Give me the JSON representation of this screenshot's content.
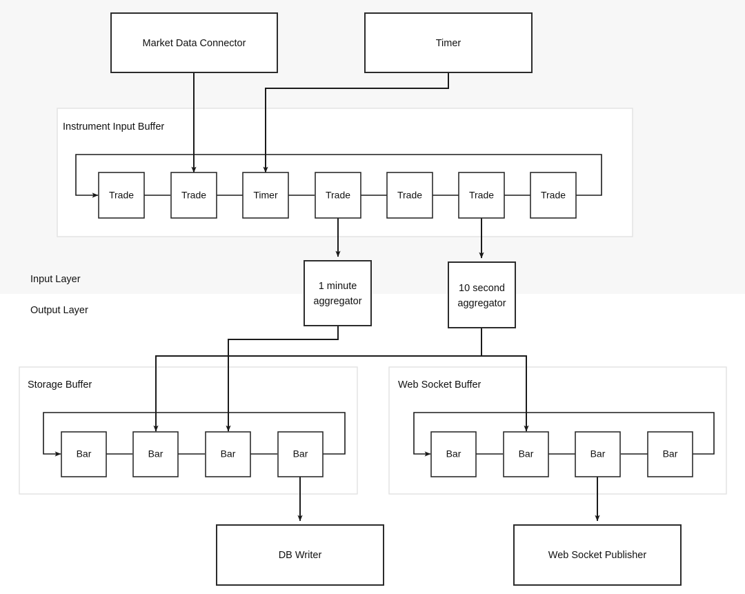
{
  "diagram": {
    "title_present": false,
    "colors": {
      "input_layer_band": "#f7f7f7",
      "output_layer_band": "#ffffff",
      "node_stroke": "#2b2b2b",
      "group_stroke": "#e2e2e2",
      "link_stroke": "#1a1a1a",
      "text": "#111111"
    },
    "layers": [
      {
        "id": "input-layer",
        "label": "Input Layer"
      },
      {
        "id": "output-layer",
        "label": "Output Layer"
      }
    ],
    "sources": [
      {
        "id": "market-data-connector",
        "label": "Market Data Connector"
      },
      {
        "id": "timer",
        "label": "Timer"
      }
    ],
    "groups": [
      {
        "id": "instrument-input-buffer",
        "label": "Instrument Input Buffer"
      },
      {
        "id": "storage-buffer",
        "label": "Storage Buffer"
      },
      {
        "id": "web-socket-buffer",
        "label": "Web Socket Buffer"
      }
    ],
    "instrument_input_buffer": {
      "label": "Instrument Input Buffer",
      "cells": [
        {
          "label": "Trade"
        },
        {
          "label": "Trade"
        },
        {
          "label": "Timer"
        },
        {
          "label": "Trade"
        },
        {
          "label": "Trade"
        },
        {
          "label": "Trade"
        },
        {
          "label": "Trade"
        }
      ]
    },
    "aggregators": [
      {
        "id": "one-minute-aggregator",
        "line1": "1 minute",
        "line2": "aggregator"
      },
      {
        "id": "ten-second-aggregator",
        "line1": "10 second",
        "line2": "aggregator"
      }
    ],
    "storage_buffer": {
      "label": "Storage Buffer",
      "cells": [
        {
          "label": "Bar"
        },
        {
          "label": "Bar"
        },
        {
          "label": "Bar"
        },
        {
          "label": "Bar"
        }
      ]
    },
    "web_socket_buffer": {
      "label": "Web Socket Buffer",
      "cells": [
        {
          "label": "Bar"
        },
        {
          "label": "Bar"
        },
        {
          "label": "Bar"
        },
        {
          "label": "Bar"
        }
      ]
    },
    "sinks": [
      {
        "id": "db-writer",
        "label": "DB Writer"
      },
      {
        "id": "web-socket-publisher",
        "label": "Web Socket Publisher"
      }
    ]
  }
}
